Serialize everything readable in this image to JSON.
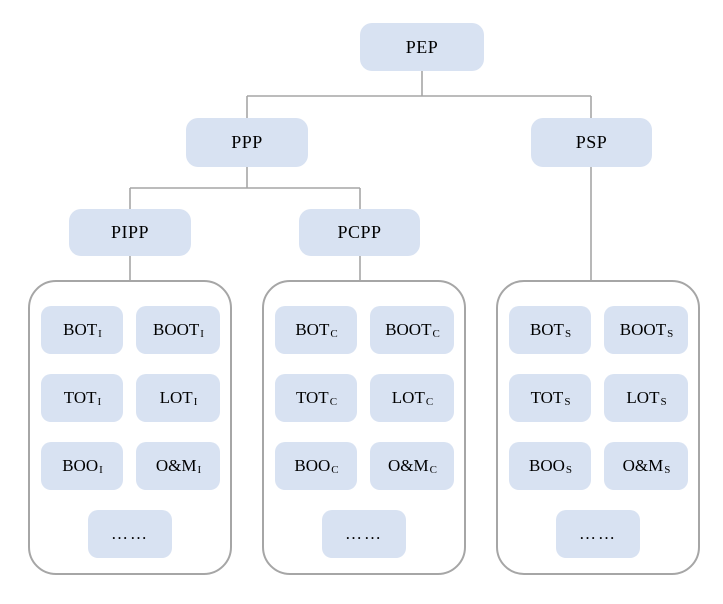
{
  "diagram": {
    "nodes": {
      "pep": "PEP",
      "ppp": "PPP",
      "psp": "PSP",
      "pipp": "PIPP",
      "pcpp": "PCPP"
    },
    "containers": [
      {
        "cells": [
          {
            "base": "BOT",
            "sub": "I"
          },
          {
            "base": "BOOT",
            "sub": "I"
          },
          {
            "base": "TOT",
            "sub": "I"
          },
          {
            "base": "LOT",
            "sub": "I"
          },
          {
            "base": "BOO",
            "sub": "I"
          },
          {
            "base": "O&M",
            "sub": "I"
          },
          {
            "base": "……",
            "sub": ""
          }
        ]
      },
      {
        "cells": [
          {
            "base": "BOT",
            "sub": "C"
          },
          {
            "base": "BOOT",
            "sub": "C"
          },
          {
            "base": "TOT",
            "sub": "C"
          },
          {
            "base": "LOT",
            "sub": "C"
          },
          {
            "base": "BOO",
            "sub": "C"
          },
          {
            "base": "O&M",
            "sub": "C"
          },
          {
            "base": "……",
            "sub": ""
          }
        ]
      },
      {
        "cells": [
          {
            "base": "BOT",
            "sub": "S"
          },
          {
            "base": "BOOT",
            "sub": "S"
          },
          {
            "base": "TOT",
            "sub": "S"
          },
          {
            "base": "LOT",
            "sub": "S"
          },
          {
            "base": "BOO",
            "sub": "S"
          },
          {
            "base": "O&M",
            "sub": "S"
          },
          {
            "base": "……",
            "sub": ""
          }
        ]
      }
    ],
    "colors": {
      "node_fill": "#d8e2f2",
      "container_border": "#a6a6a6",
      "connector": "#a6a6a6",
      "text": "#000000"
    }
  }
}
